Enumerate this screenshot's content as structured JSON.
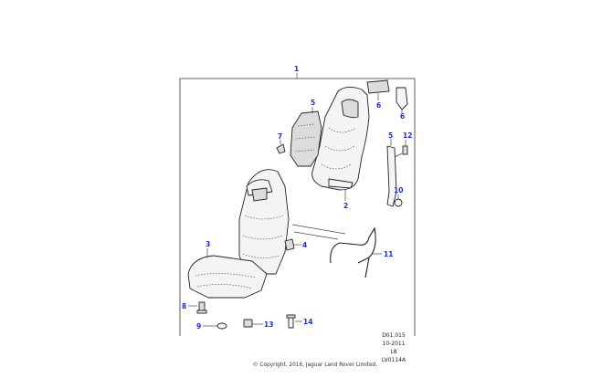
{
  "callouts": {
    "c1": "1",
    "c2": "2",
    "c3": "3",
    "c4": "4",
    "c5a": "5",
    "c5b": "5",
    "c6a": "6",
    "c6b": "6",
    "c7": "7",
    "c8": "8",
    "c9": "9",
    "c10": "10",
    "c11": "11",
    "c12": "12",
    "c13": "13",
    "c14": "14"
  },
  "reference": {
    "code": "D01.015",
    "date": "10-2011",
    "variant": "L8",
    "illustration": "LV0114A"
  },
  "copyright": "© Copyright, 2016, Jaguar Land Rover Limited.",
  "colors": {
    "callout": "#1a2fd6",
    "line": "#222222"
  }
}
